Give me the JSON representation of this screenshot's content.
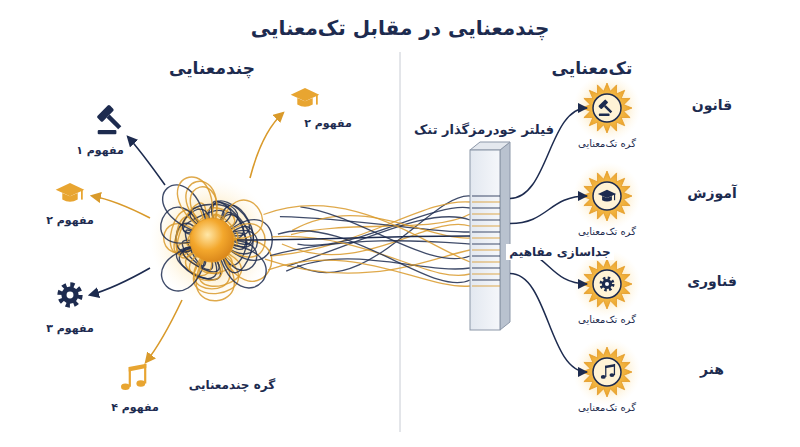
{
  "diagram": {
    "title": "چندمعنایی در مقابل تک‌معنایی",
    "nodes": [
      {
        "text": [
          "گره چندمعنایی"
        ]
      },
      {
        "text": [
          "فیلتر خودرمزگذار تنک"
        ]
      },
      {
        "text": [
          "قانون",
          "گره تک‌معنایی"
        ]
      },
      {
        "text": [
          "آموزش",
          "گره تک‌معنایی"
        ]
      },
      {
        "text": [
          "فناوری",
          "گره تک‌معنایی"
        ]
      },
      {
        "text": [
          "هنر",
          "گره تک‌معنایی"
        ]
      }
    ],
    "edges": [
      {
        "from": 0,
        "to": 1,
        "arrow": "none"
      },
      {
        "from": 1,
        "to": 2,
        "arrow": "to"
      },
      {
        "from": 1,
        "to": 3,
        "arrow": "to"
      },
      {
        "from": 1,
        "to": 4,
        "arrow": "to"
      },
      {
        "from": 1,
        "to": 5,
        "arrow": "to"
      }
    ],
    "labels": [
      "چندمعنایی",
      "تک‌معنایی",
      "مفهوم ۱",
      "مفهوم ۲",
      "مفهوم ۲",
      "مفهوم ۳",
      "مفهوم ۴",
      "جداسازی مفاهیم"
    ]
  }
}
